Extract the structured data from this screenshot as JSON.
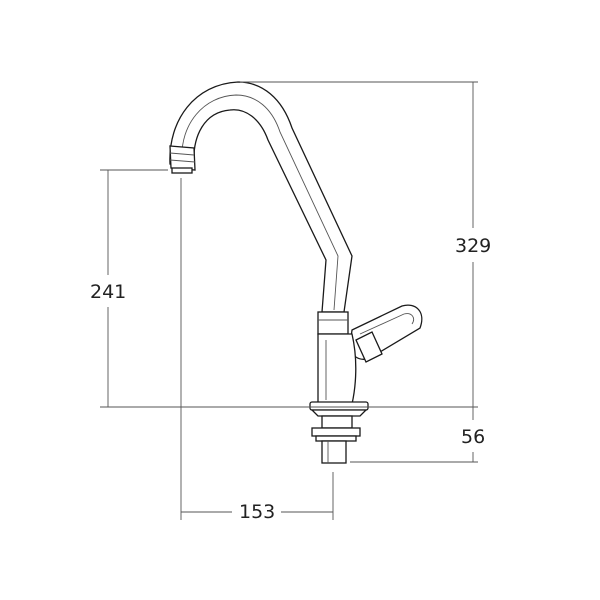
{
  "dimensions": {
    "total_height": "329",
    "spout_outlet_height": "241",
    "shank_length": "56",
    "spout_reach": "153"
  },
  "colors": {
    "line": "#1a1a1a",
    "dimension_line": "#555555",
    "background": "#ffffff"
  }
}
